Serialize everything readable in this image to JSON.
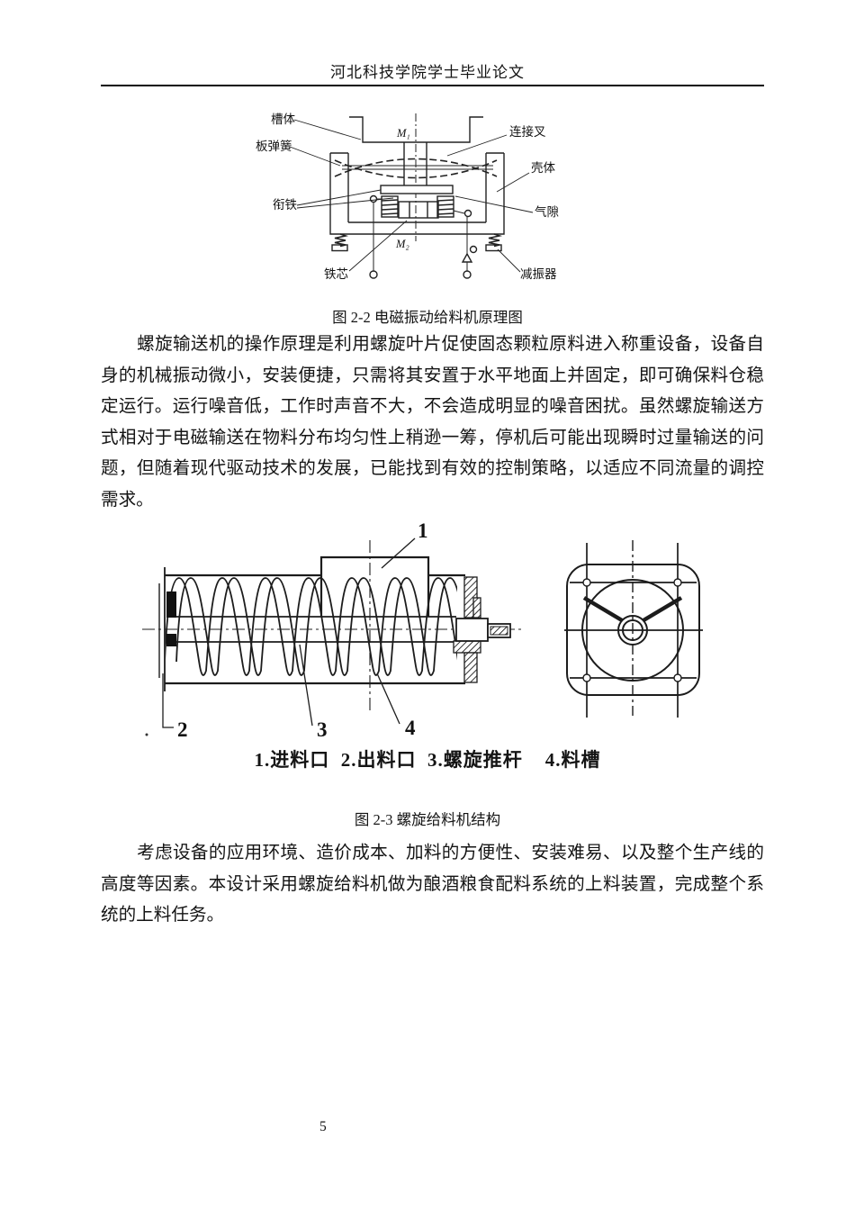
{
  "header": {
    "title": "河北科技学院学士毕业论文"
  },
  "figure_2_2": {
    "caption": "图 2-2 电磁振动给料机原理图",
    "labels": {
      "trough": "槽体",
      "leaf_spring": "板弹簧",
      "armature": "衔铁",
      "iron_core": "铁芯",
      "connecting_fork": "连接叉",
      "shell": "壳体",
      "air_gap": "气隙",
      "damper": "减振器",
      "m1": "M₁",
      "m2": "M₂"
    }
  },
  "paragraph_1": {
    "lines": [
      "螺旋输送机的操作原理是利用螺旋叶片促使固态颗粒原料进入称重设备，设备自",
      "身的机械振动微小，安装便捷，只需将其安置于水平地面上并固定，即可确保料仓稳",
      "定运行。运行噪音低，工作时声音不大，不会造成明显的噪音困扰。虽然螺旋输送方",
      "式相对于电磁输送在物料分布均匀性上稍逊一筹，停机后可能出现瞬时过量输送的问",
      "题，但随着现代驱动技术的发展，已能找到有效的控制策略，以适应不同流量的调控",
      "需求。"
    ]
  },
  "figure_2_3": {
    "caption": "图 2-3 螺旋给料机结构",
    "parts_line": "1.进料口  2.出料口  3.螺旋推杆    4.料槽",
    "numbers": {
      "n1": "1",
      "n2": "2",
      "n3": "3",
      "n4": "4"
    }
  },
  "paragraph_2": {
    "lines": [
      "考虑设备的应用环境、造价成本、加料的方便性、安装难易、以及整个生产线的",
      "高度等因素。本设计采用螺旋给料机做为酿酒粮食配料系统的上料装置，完成整个系",
      "统的上料任务。"
    ]
  },
  "footer": {
    "page_number": "5"
  }
}
